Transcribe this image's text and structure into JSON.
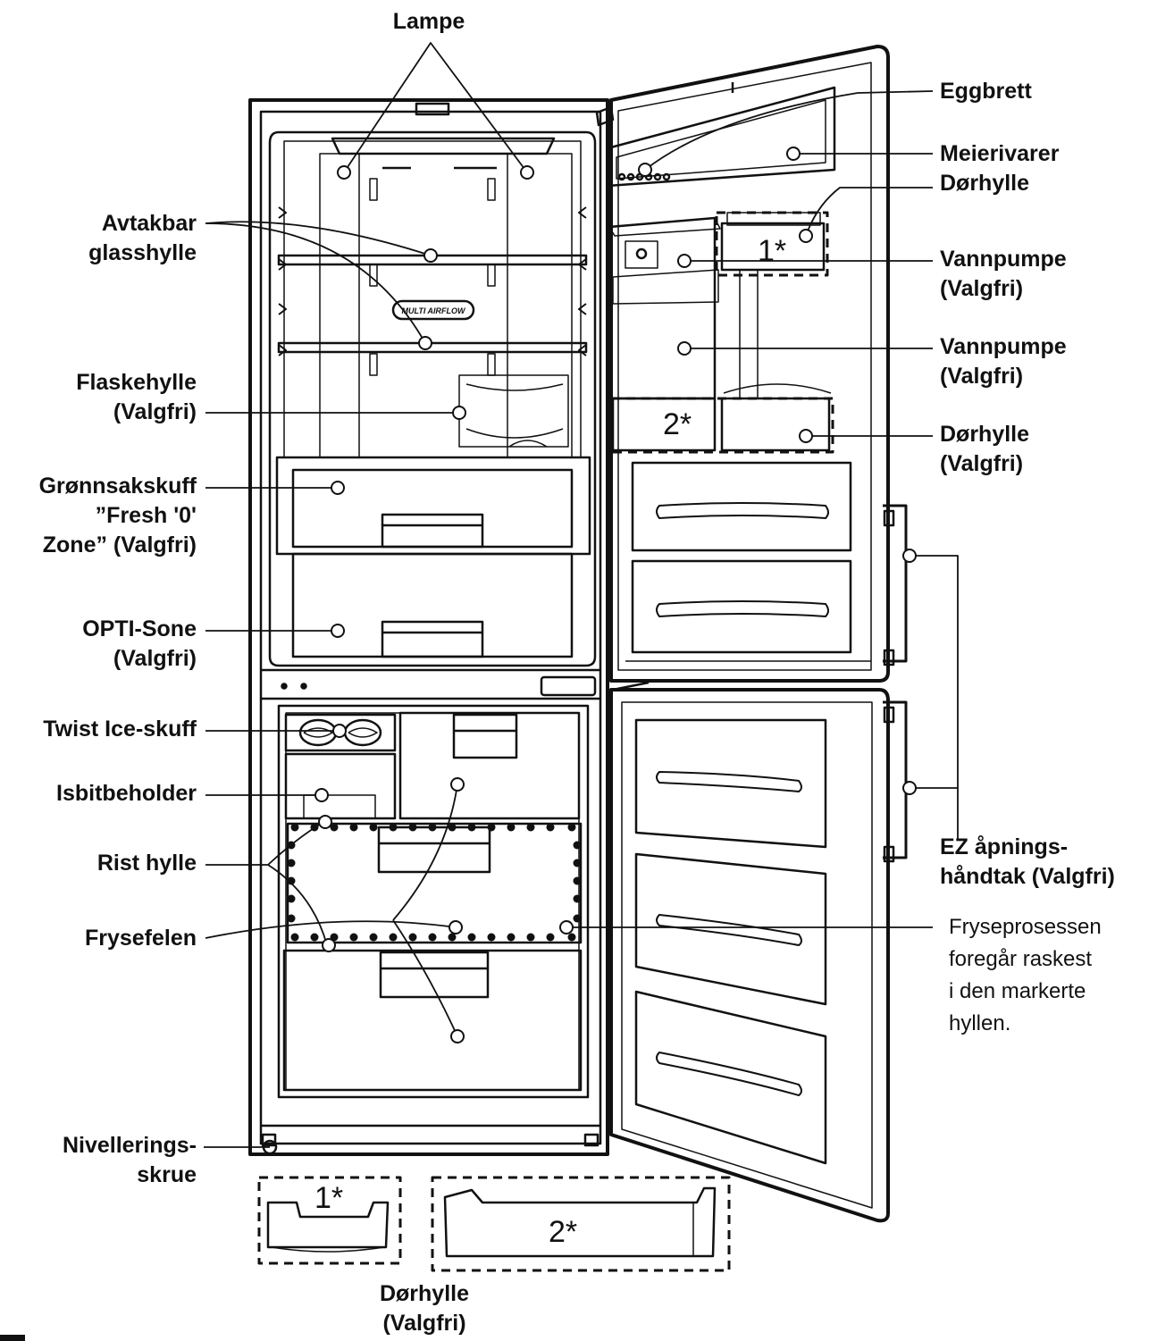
{
  "labels": {
    "lampe": "Lampe",
    "avtakbar": [
      "Avtakbar",
      "glasshylle"
    ],
    "flaskehylle": [
      "Flaskehylle",
      "(Valgfri)"
    ],
    "gronnsak": [
      "Grønnsakskuff",
      "”Fresh '0'",
      "Zone” (Valgfri)"
    ],
    "opti": [
      "OPTI-Sone",
      "(Valgfri)"
    ],
    "twist": "Twist Ice-skuff",
    "isbit": "Isbitbeholder",
    "rist": "Rist hylle",
    "frysefelen": "Frysefelen",
    "nivellering": [
      "Nivellerings-",
      "skrue"
    ],
    "eggbrett": "Eggbrett",
    "meierivarer": [
      "Meierivarer",
      "Dørhylle"
    ],
    "vannpumpe1": [
      "Vannpumpe",
      "(Valgfri)"
    ],
    "vannpumpe2": [
      "Vannpumpe",
      "(Valgfri)"
    ],
    "dorhylle_r": [
      "Dørhylle",
      "(Valgfri)"
    ],
    "ez": [
      "EZ åpnings-",
      "håndtak (Valgfri)"
    ],
    "dorhylle_bottom": [
      "Dørhylle",
      "(Valgfri)"
    ]
  },
  "note": [
    "Fryseprosessen",
    "foregår raskest",
    "i den markerte",
    "hyllen."
  ],
  "markers": {
    "one_star": "1*",
    "two_star": "2*"
  },
  "badge": "MULTI AIRFLOW"
}
